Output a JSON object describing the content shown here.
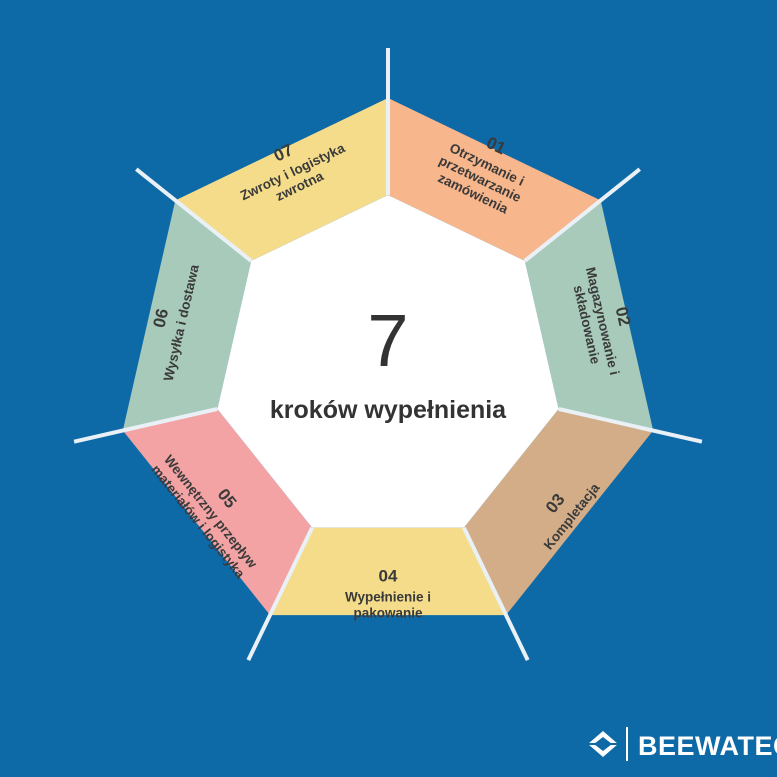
{
  "center": {
    "number": "7",
    "subtitle": "kroków wypełnienia"
  },
  "steps": [
    {
      "num": "01",
      "lines": [
        "Otrzymanie i",
        "przetwarzanie",
        "zamówienia"
      ],
      "color": "#f7b68b"
    },
    {
      "num": "02",
      "lines": [
        "Magazynowanie i",
        "składowanie"
      ],
      "color": "#a8cabb"
    },
    {
      "num": "03",
      "lines": [
        "Kompletacja"
      ],
      "color": "#d2ad87"
    },
    {
      "num": "04",
      "lines": [
        "Wypełnienie i",
        "pakowanie"
      ],
      "color": "#f5dc8a"
    },
    {
      "num": "05",
      "lines": [
        "Wewnętrzny przepływ",
        "materiałów i logistyka"
      ],
      "color": "#f3a3a3"
    },
    {
      "num": "06",
      "lines": [
        "Wysyłka i dostawa"
      ],
      "color": "#a8cabb"
    },
    {
      "num": "07",
      "lines": [
        "Zwroty i logistyka",
        "zwrotna"
      ],
      "color": "#f5dc8a"
    }
  ],
  "colors": {
    "background": "#0e69a7",
    "center_fill": "#ffffff",
    "divider": "#e9f1f7"
  },
  "brand": {
    "name": "BEEWATEC",
    "icon": "diamond-logo-icon"
  }
}
